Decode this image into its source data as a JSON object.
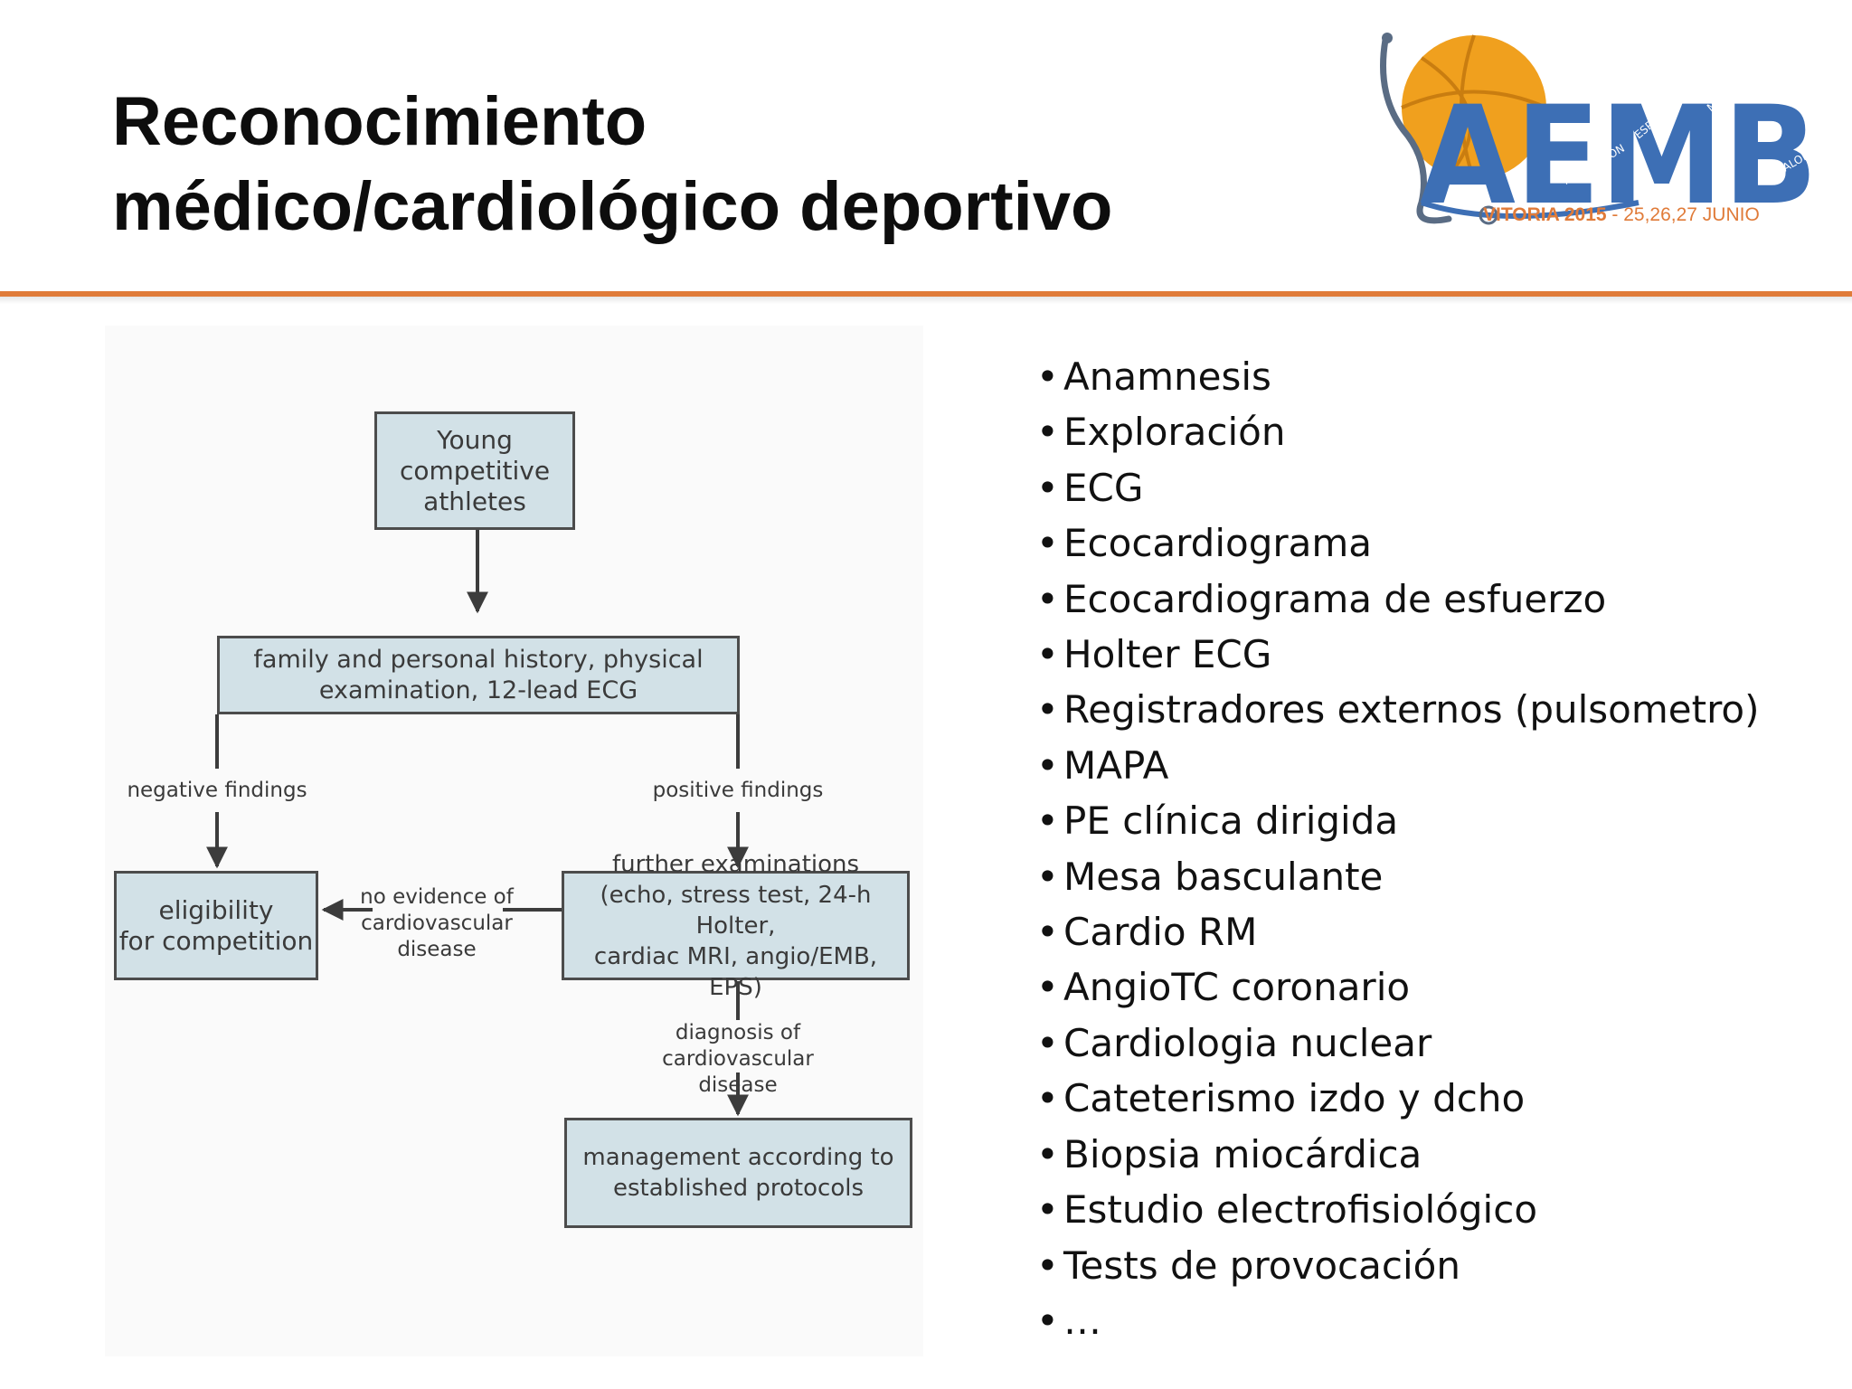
{
  "slide": {
    "title_line1": "Reconocimiento",
    "title_line2": "médico/cardiológico deportivo"
  },
  "logo": {
    "letters": "AEMB",
    "ring_words": [
      "ASOCIACIÓN",
      "ESPAÑOLA",
      "MÉDICOS",
      "BALONCESTO"
    ],
    "caption_city": "VITORIA 2015",
    "caption_dates": " - 25,26,27 JUNIO",
    "colors": {
      "blue": "#3d6fb5",
      "orange": "#f0a01e",
      "caption": "#e07b39"
    }
  },
  "diagram": {
    "nodes": {
      "athletes": [
        "Young",
        "competitive",
        "athletes"
      ],
      "history": [
        "family and personal history, physical",
        "examination, 12-lead ECG"
      ],
      "eligibility": [
        "eligibility",
        "for competition"
      ],
      "further": [
        "further examinations",
        "(echo, stress test, 24-h Holter,",
        "cardiac MRI, angio/EMB, EPS)"
      ],
      "management": [
        "management according to",
        "established protocols"
      ]
    },
    "edges": {
      "negative": "negative findings",
      "positive": "positive findings",
      "no_evidence": [
        "no evidence of",
        "cardiovascular",
        "disease"
      ],
      "diagnosis": [
        "diagnosis of",
        "cardiovascular disease"
      ]
    },
    "colors": {
      "box_fill": "#d2e1e7",
      "stroke": "#3c3c3c"
    }
  },
  "bullets": [
    "Anamnesis",
    "Exploración",
    "ECG",
    "Ecocardiograma",
    "Ecocardiograma de esfuerzo",
    "Holter ECG",
    "Registradores externos (pulsometro)",
    "MAPA",
    "PE clínica dirigida",
    "Mesa basculante",
    "Cardio RM",
    "AngioTC coronario",
    "Cardiologia nuclear",
    "Cateterismo izdo y dcho",
    "Biopsia miocárdica",
    "Estudio electrofisiológico",
    "Tests de provocación",
    "…"
  ],
  "bullet_glyph": "•",
  "theme": {
    "accent": "#e07b39"
  }
}
